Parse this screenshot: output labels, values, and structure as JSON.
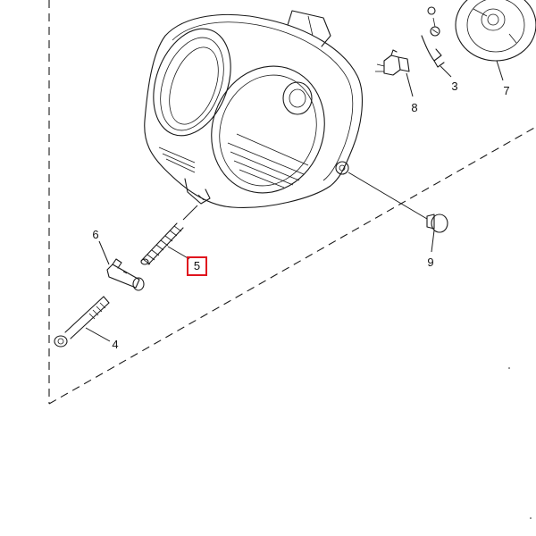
{
  "callouts": {
    "c3": "3",
    "c4": "4",
    "c5": "5",
    "c6": "6",
    "c7": "7",
    "c8": "8",
    "c9": "9"
  },
  "highlighted_part": "5",
  "colors": {
    "line": "#1a1a1a",
    "highlight": "#e0141e",
    "background": "#ffffff"
  }
}
